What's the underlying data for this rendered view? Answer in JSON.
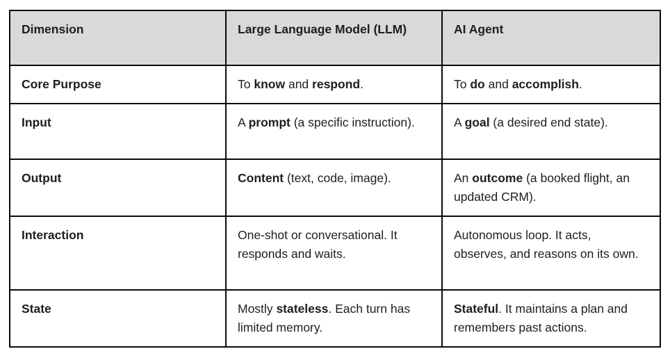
{
  "colors": {
    "header_bg": "#d9d9d9",
    "border": "#0a0a0a",
    "text": "#1e1e1e",
    "page_bg": "#ffffff"
  },
  "table": {
    "columns": [
      {
        "header": "Dimension"
      },
      {
        "header": "Large Language Model (LLM)"
      },
      {
        "header": "AI Agent"
      }
    ],
    "rows": [
      {
        "key": "core",
        "dimension": "Core Purpose",
        "llm": [
          {
            "t": "To "
          },
          {
            "t": "know",
            "b": true
          },
          {
            "t": " and "
          },
          {
            "t": "respond",
            "b": true
          },
          {
            "t": "."
          }
        ],
        "agent": [
          {
            "t": "To "
          },
          {
            "t": "do",
            "b": true
          },
          {
            "t": " and "
          },
          {
            "t": "accomplish",
            "b": true
          },
          {
            "t": "."
          }
        ]
      },
      {
        "key": "input",
        "dimension": "Input",
        "llm": [
          {
            "t": "A "
          },
          {
            "t": "prompt",
            "b": true
          },
          {
            "t": " (a specific instruction)."
          }
        ],
        "agent": [
          {
            "t": "A "
          },
          {
            "t": "goal",
            "b": true
          },
          {
            "t": " (a desired end state)."
          }
        ]
      },
      {
        "key": "output",
        "dimension": "Output",
        "llm": [
          {
            "t": "Content",
            "b": true
          },
          {
            "t": " (text, code, image)."
          }
        ],
        "agent": [
          {
            "t": "An "
          },
          {
            "t": "outcome",
            "b": true
          },
          {
            "t": " (a booked flight, an updated CRM)."
          }
        ]
      },
      {
        "key": "interaction",
        "dimension": "Interaction",
        "llm": [
          {
            "t": "One-shot or conversational. It responds and waits."
          }
        ],
        "agent": [
          {
            "t": "Autonomous loop. It acts, observes, and reasons on its own."
          }
        ]
      },
      {
        "key": "state",
        "dimension": "State",
        "llm": [
          {
            "t": "Mostly "
          },
          {
            "t": "stateless",
            "b": true
          },
          {
            "t": ". Each turn has limited memory."
          }
        ],
        "agent": [
          {
            "t": "Stateful",
            "b": true
          },
          {
            "t": ". It maintains a plan and remembers past actions."
          }
        ]
      }
    ]
  }
}
